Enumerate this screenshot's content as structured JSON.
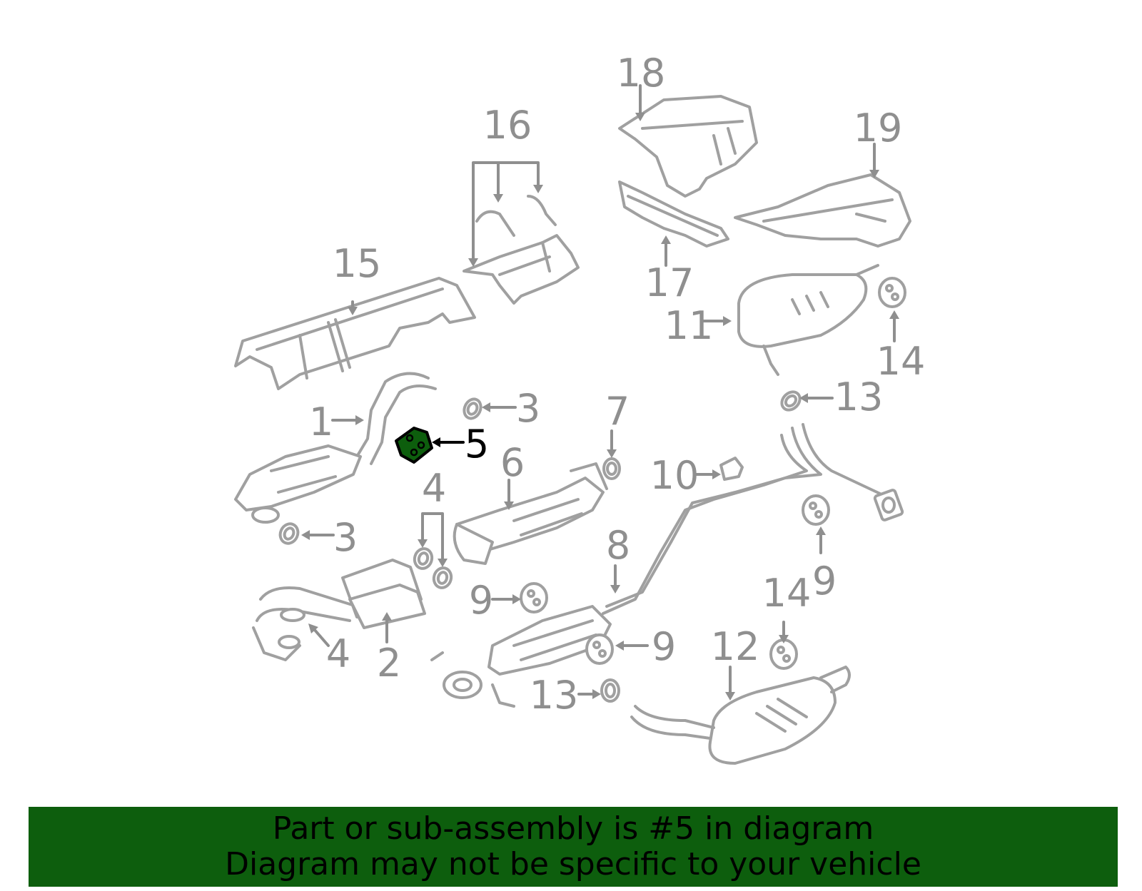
{
  "diagram": {
    "highlight_part": "5",
    "colors": {
      "part_lines": "#a0a0a0",
      "labels": "#8f8f8f",
      "highlight": "#000000",
      "highlight_fill": "#0d5e0d",
      "banner_bg": "#0d5e0d",
      "banner_text": "#000000"
    },
    "callouts": [
      "1",
      "2",
      "3",
      "3",
      "4",
      "4",
      "5",
      "6",
      "7",
      "8",
      "9",
      "9",
      "9",
      "10",
      "11",
      "12",
      "13",
      "13",
      "14",
      "14",
      "15",
      "16",
      "17",
      "18",
      "19"
    ]
  },
  "banner": {
    "line1": "Part or sub-assembly is #5 in diagram",
    "line2": "Diagram may not be specific to your vehicle"
  }
}
